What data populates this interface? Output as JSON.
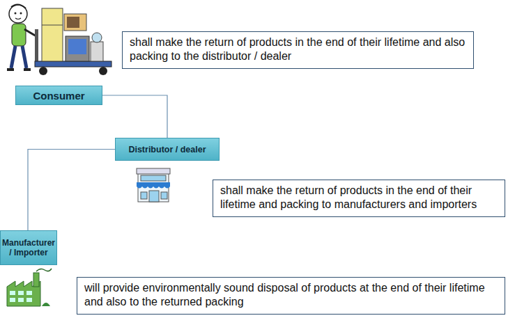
{
  "diagram": {
    "nodes": [
      {
        "text": [
          "shall make the return of products in the end of their lifetime and also packing to the distributor / dealer"
        ]
      },
      {
        "text": [
          "Consumer"
        ]
      },
      {
        "text": [
          "Distributor / dealer"
        ]
      },
      {
        "text": [
          "shall make the return of products in the end of their lifetime and packing to manufacturers and importers"
        ]
      },
      {
        "text": [
          "Manufacturer / Importer"
        ]
      },
      {
        "text": [
          "will provide environmentally sound disposal of products at the end of their lifetime and also to the returned packing"
        ]
      }
    ],
    "edges": [
      {
        "from": 1,
        "to": 2,
        "arrow": "none"
      },
      {
        "from": 2,
        "to": 4,
        "arrow": "none"
      }
    ]
  }
}
